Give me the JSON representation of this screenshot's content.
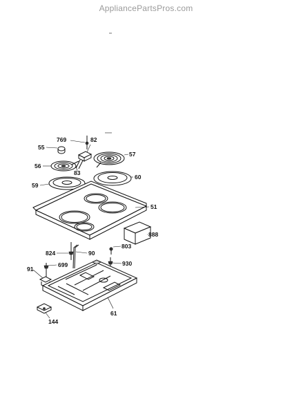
{
  "watermark": "AppliancePartsPros.com",
  "labels": {
    "p769": "769",
    "p82": "82",
    "p55": "55",
    "p57": "57",
    "p56": "56",
    "p83": "83",
    "p59": "59",
    "p60": "60",
    "p51": "51",
    "p888": "888",
    "p824": "824",
    "p90": "90",
    "p803": "803",
    "p930": "930",
    "p91": "91",
    "p699": "699",
    "p61": "61",
    "p144": "144"
  }
}
